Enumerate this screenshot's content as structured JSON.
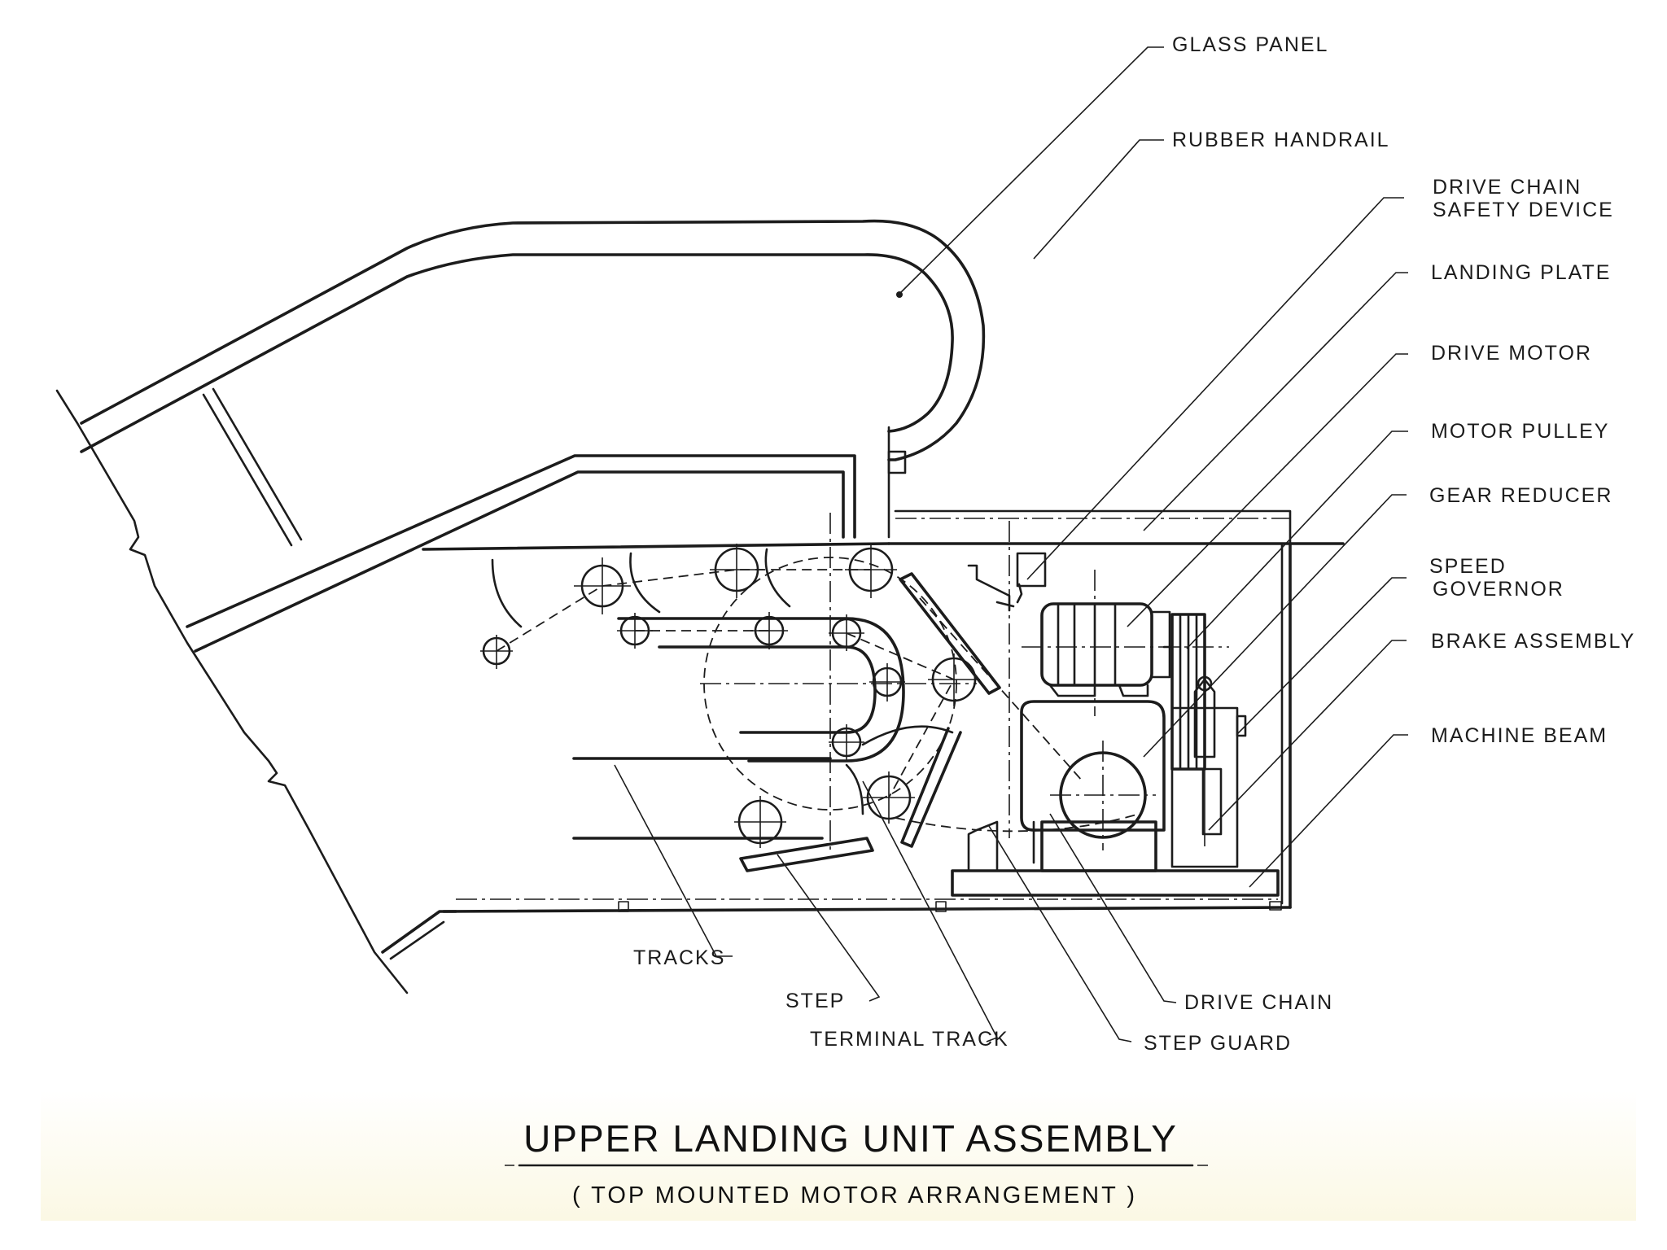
{
  "colors": {
    "ink": "#1c1c1c",
    "paper": "#ffffff",
    "tint": "#fbf9ea"
  },
  "title": "UPPER LANDING UNIT ASSEMBLY",
  "subtitle": "( TOP MOUNTED MOTOR ARRANGEMENT )",
  "labels": {
    "glass_panel": "GLASS PANEL",
    "rubber_handrail": "RUBBER HANDRAIL",
    "drive_chain_safety_device_1": "DRIVE CHAIN",
    "drive_chain_safety_device_2": "SAFETY DEVICE",
    "landing_plate": "LANDING PLATE",
    "drive_motor": "DRIVE MOTOR",
    "motor_pulley": "MOTOR PULLEY",
    "gear_reducer": "GEAR REDUCER",
    "speed_governor_1": "SPEED",
    "speed_governor_2": "GOVERNOR",
    "brake_assembly": "BRAKE ASSEMBLY",
    "machine_beam": "MACHINE BEAM",
    "tracks": "TRACKS",
    "step": "STEP",
    "terminal_track": "TERMINAL TRACK",
    "drive_chain": "DRIVE CHAIN",
    "step_guard": "STEP GUARD"
  }
}
